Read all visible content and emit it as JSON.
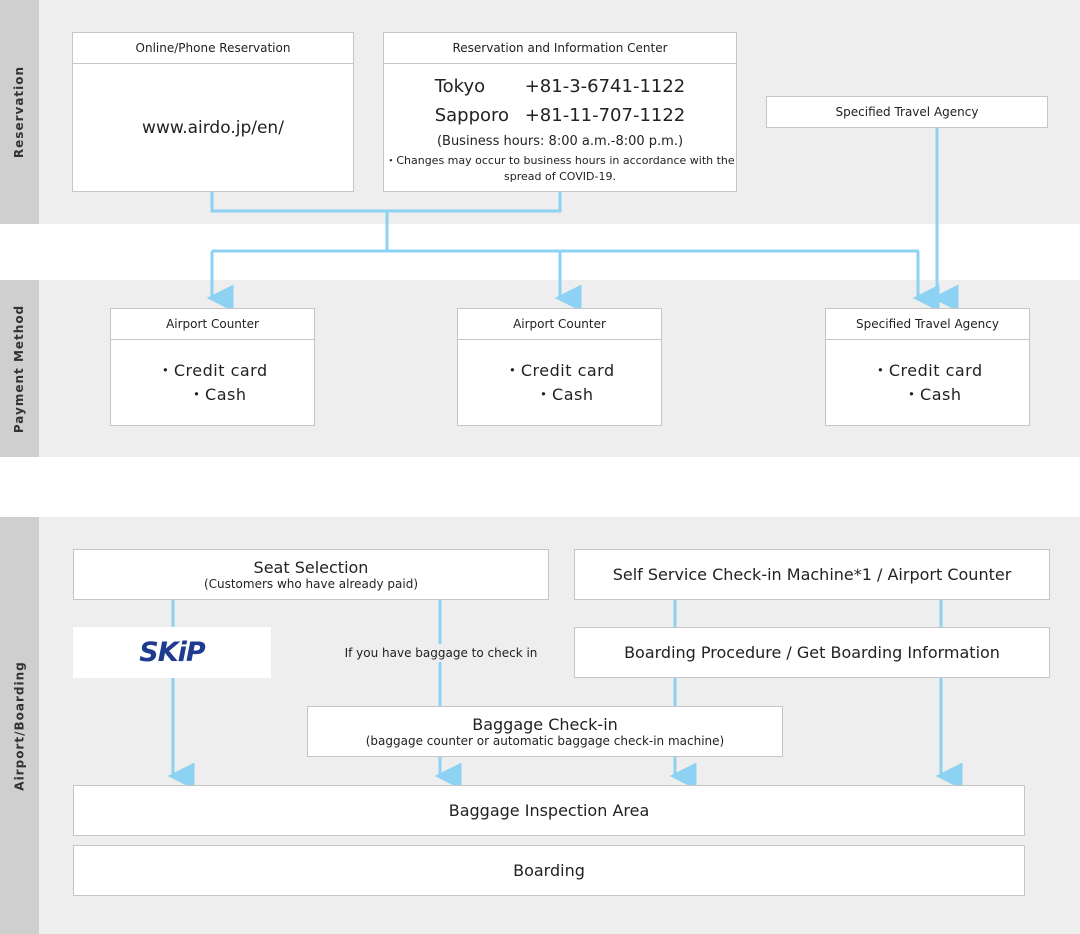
{
  "colors": {
    "connector": "#8dd2f3",
    "band": "#eeeeee",
    "sidebar": "#cfcfcf",
    "skip_logo": "#1e3b8f"
  },
  "sections": {
    "reservation": "Reservation",
    "payment": "Payment Method",
    "airport": "Airport/Boarding"
  },
  "reservation": {
    "online": {
      "title": "Online/Phone Reservation",
      "url": "www.airdo.jp/en/"
    },
    "center": {
      "title": "Reservation and Information Center",
      "phones": [
        {
          "city": "Tokyo",
          "number": "+81-3-6741-1122"
        },
        {
          "city": "Sapporo",
          "number": "+81-11-707-1122"
        }
      ],
      "hours": "(Business hours: 8:00 a.m.-8:00 p.m.)",
      "note_line1": "・Changes may occur to business hours in accordance with the",
      "note_line2": "spread of COVID-19."
    },
    "agency": {
      "title": "Specified Travel Agency"
    }
  },
  "payment": {
    "methods": [
      {
        "title": "Airport Counter",
        "line1": "・Credit card",
        "line2": "・Cash"
      },
      {
        "title": "Airport Counter",
        "line1": "・Credit card",
        "line2": "・Cash"
      },
      {
        "title": "Specified Travel Agency",
        "line1": "・Credit card",
        "line2": "・Cash"
      }
    ]
  },
  "airport": {
    "seat_selection": {
      "title": "Seat Selection",
      "subtitle": "(Customers who have already paid)"
    },
    "self_service": "Self Service Check-in Machine*1 / Airport Counter",
    "skip_logo": "SKiP",
    "baggage_note": "If you have baggage to check in",
    "boarding_procedure": "Boarding Procedure / Get Boarding Information",
    "baggage_checkin": {
      "title": "Baggage Check-in",
      "subtitle": "(baggage counter or automatic baggage check-in machine)"
    },
    "inspection": "Baggage Inspection Area",
    "boarding": "Boarding"
  }
}
